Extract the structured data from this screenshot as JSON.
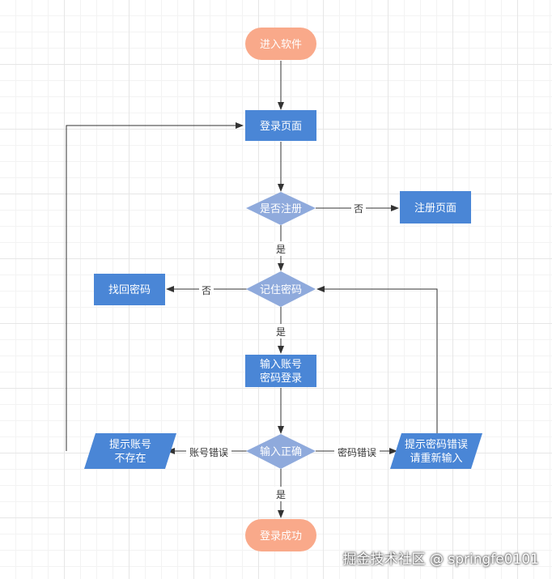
{
  "colors": {
    "terminal": "#f9a98a",
    "process": "#4a86d6",
    "decision": "#8faadc",
    "line": "#333333"
  },
  "nodes": {
    "start": "进入软件",
    "login_page": "登录页面",
    "is_registered": "是否注册",
    "register_page": "注册页面",
    "remember_password": "记住密码",
    "recover_password": "找回密码",
    "input_account_line1": "输入账号",
    "input_account_line2": "密码登录",
    "input_correct": "输入正确",
    "account_missing_line1": "提示账号",
    "account_missing_line2": "不存在",
    "password_error_line1": "提示密码错误",
    "password_error_line2": "请重新输入",
    "success": "登录成功"
  },
  "edges": {
    "no_register": "否",
    "yes_register": "是",
    "no_remember": "否",
    "yes_remember": "是",
    "account_error": "账号错误",
    "password_error": "密码错误",
    "yes_correct": "是"
  },
  "watermark": "掘金技术社区 @ springfe0101"
}
